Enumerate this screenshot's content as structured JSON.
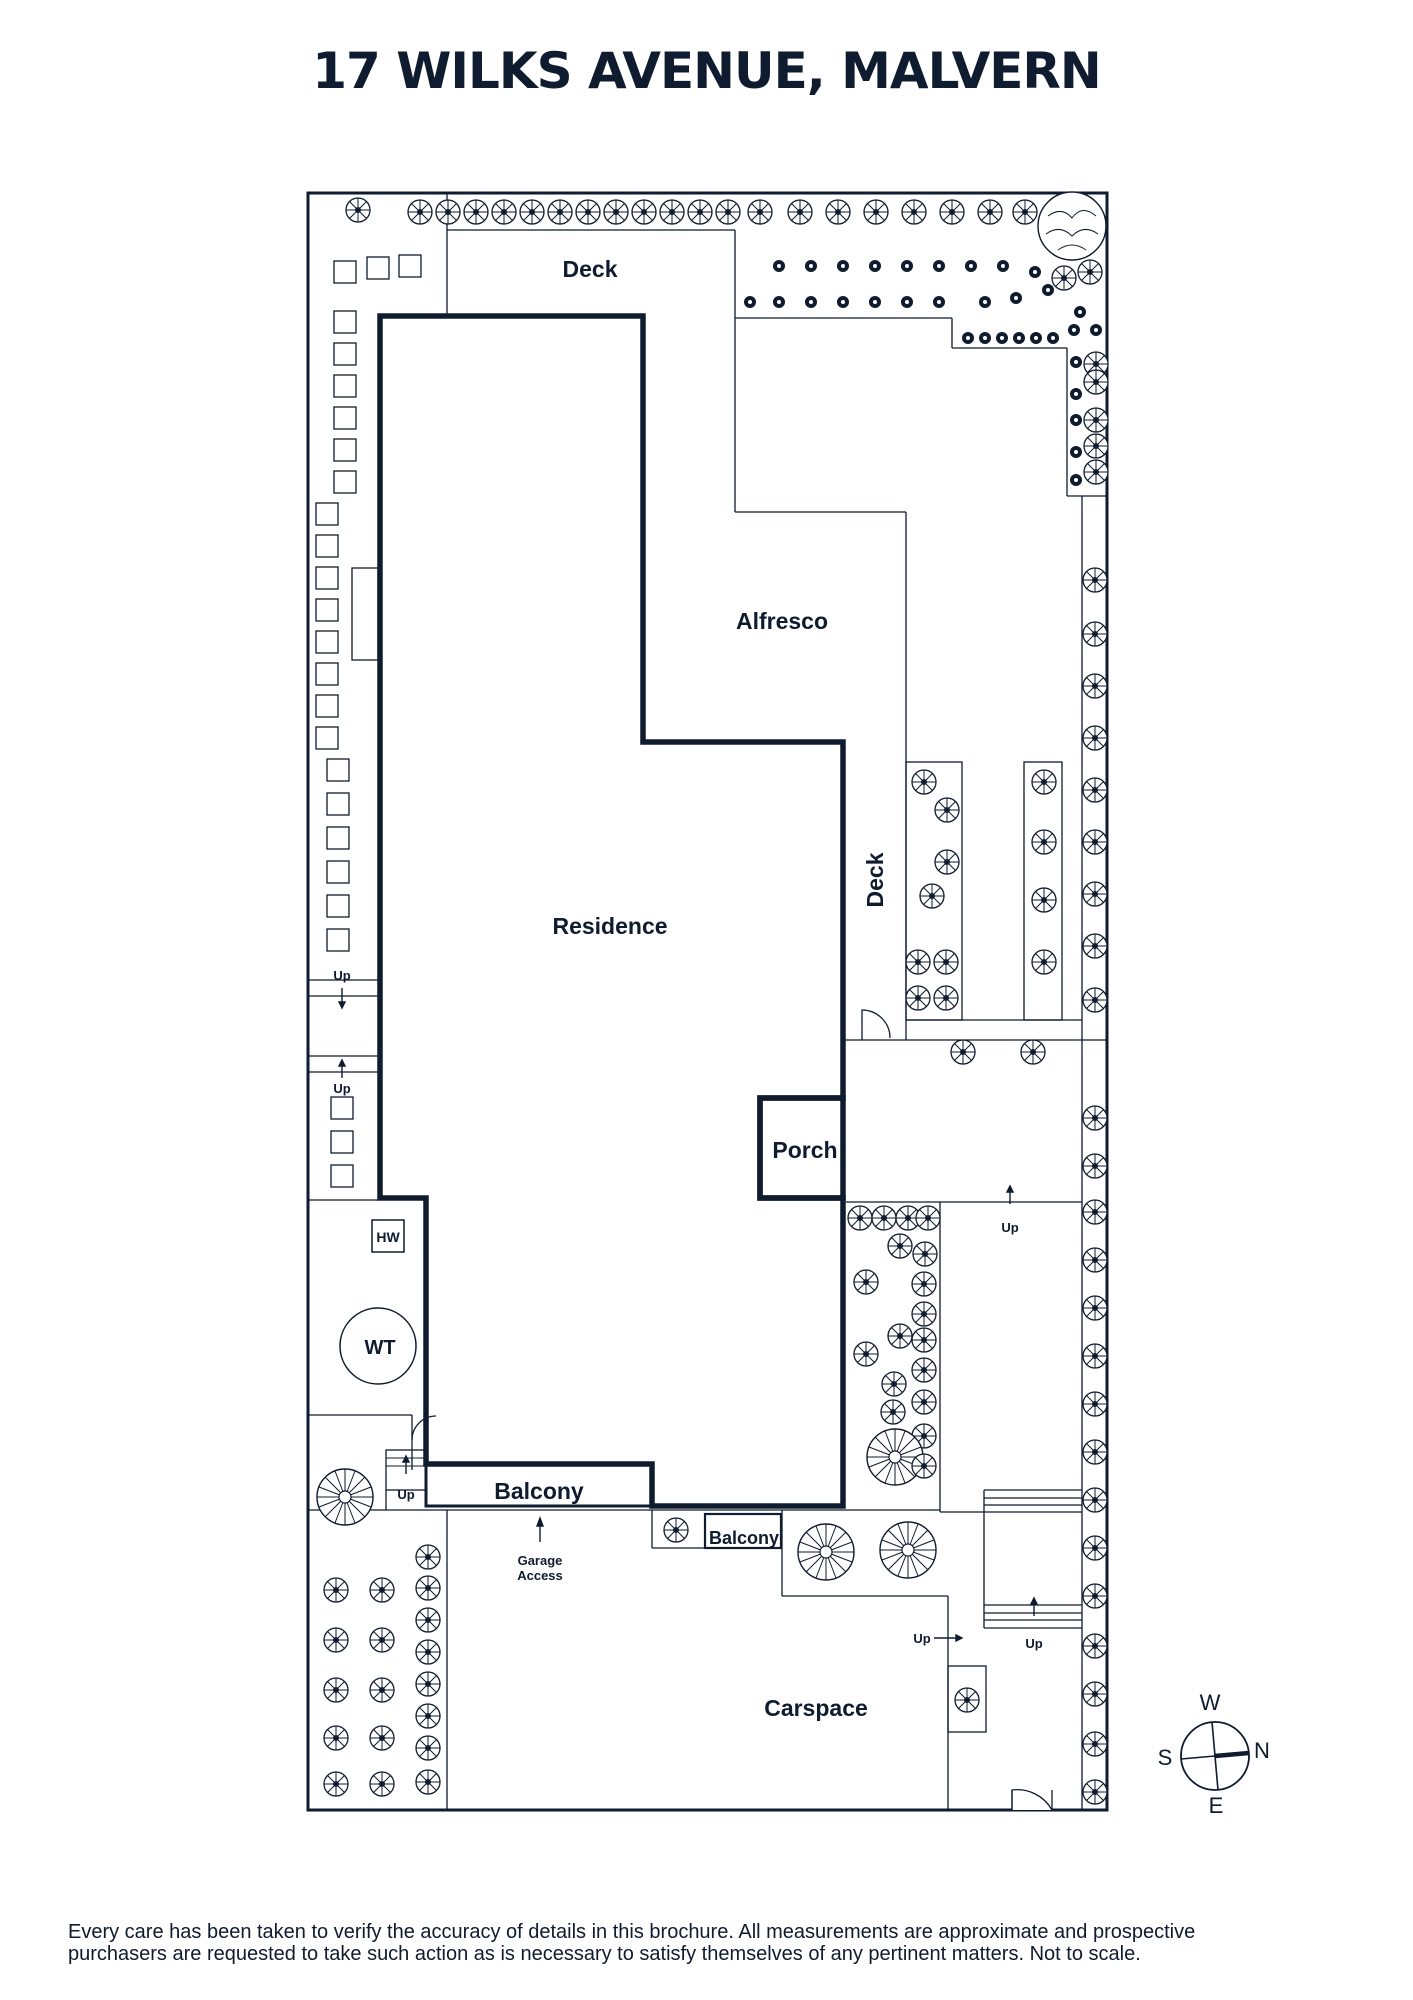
{
  "title": "17 WILKS AVENUE, MALVERN",
  "rooms": {
    "deck_top": "Deck",
    "alfresco": "Alfresco",
    "residence": "Residence",
    "deck_side": "Deck",
    "porch": "Porch",
    "balcony_main": "Balcony",
    "balcony_small": "Balcony",
    "carspace": "Carspace",
    "hw": "HW",
    "wt": "WT",
    "garage_access_1": "Garage",
    "garage_access_2": "Access"
  },
  "steps": {
    "up": "Up"
  },
  "compass": {
    "north": "N",
    "south": "S",
    "east": "E",
    "west": "W"
  },
  "disclaimer": {
    "line1": "Every care has been taken to verify the accuracy of details in this brochure. All measurements are approximate and prospective",
    "line2": "purchasers are requested to take such action as is necessary to satisfy themselves of any pertinent matters. Not to scale."
  },
  "colors": {
    "ink": "#0f1b2e",
    "background": "#ffffff"
  }
}
